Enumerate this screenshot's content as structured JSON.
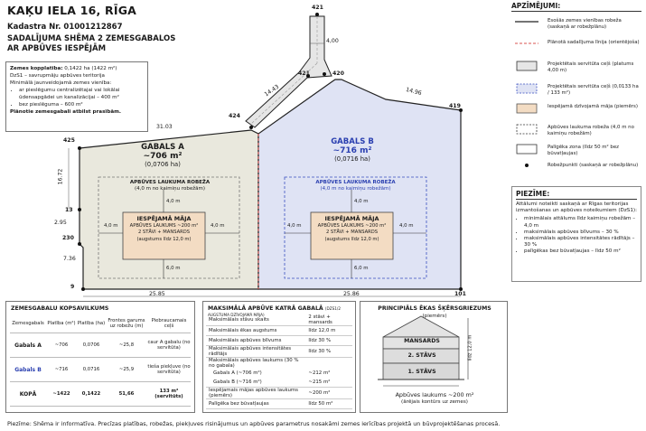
{
  "header": {
    "title": "KAĶU IELA 16, RĪGA",
    "cadastre": "Kadastra Nr. 01001212867",
    "subtitle_line1": "SADALĪJUMA SHĒMA 2 ZEMESGABALOS",
    "subtitle_line2": "AR APBŪVES IESPĒJĀM"
  },
  "info": {
    "area_label": "Zemes kopplatība:",
    "area_value": "0,1422 ha (1422 m²)",
    "zone": "DzS1 – savrupmāju apbūves teritorija",
    "min_title": "Minimālā jaunveidojamā zemes vienība:",
    "bullet1": "ar pieslēgumu centralizētajai vai lokālai ūdensapgādei un kanalizācijai – 400 m²",
    "bullet2": "bez pieslēguma – 600 m²",
    "conclusion": "Plānotie zemesgabali atbilst prasībām."
  },
  "plan": {
    "point_labels": {
      "p421_top": "421",
      "p421_left": "421",
      "p420": "420",
      "p419": "419",
      "p424": "424",
      "p425": "425",
      "p13": "13",
      "p230": "230",
      "p9": "9",
      "p101": "101"
    },
    "dimensions": {
      "road_width": "4,00",
      "d1443": "14.43",
      "d1496": "14.96",
      "d3103": "31.03",
      "d1672": "16.72",
      "d295": "2.95",
      "d736": "7.36",
      "d2585": "25.85",
      "d2586": "25.86"
    },
    "parcel_a": {
      "name": "GABALS A",
      "area": "~706 m²",
      "ha": "(0,0706 ha)"
    },
    "parcel_b": {
      "name": "GABALS B",
      "area": "~716 m²",
      "ha": "(0,0716 ha)"
    },
    "build_limit_title": "APBŪVES LAUKUMA ROBEŽA",
    "build_limit_sub": "(4,0 m no kaimiņu robežām)",
    "house_title": "IESPĒJAMĀ MĀJA",
    "house_area": "APBŪVES LAUKUMS ~200 m²",
    "house_floors": "2 STĀVI + MANSARDS",
    "house_height": "(augstums līdz 12,0 m)",
    "setback_4": "4,0 m",
    "setback_6": "6,0 m"
  },
  "legend": {
    "title": "APZĪMĒJUMI:",
    "items": [
      {
        "text": "Esošās zemes vienības robeža (saskaņā ar robežplānu)"
      },
      {
        "text": "Plānotā sadalījuma līnija (orientējoša)"
      },
      {
        "text": "Projektētais servitūta ceļš (platums 4,00 m)"
      },
      {
        "text": "Projektētais servitūta ceļš (0,0133 ha / 133 m²)"
      },
      {
        "text": "Iespējamā dzīvojamā māja (piemērs)"
      },
      {
        "text": "Apbūves laukuma robeža (4,0 m no kaimiņu robežām)"
      },
      {
        "text": "Palīgēka zona (līdz 50 m² bez būvatļaujas)"
      },
      {
        "text": "Robežpunkti (saskaņā ar robežplānu)"
      }
    ]
  },
  "notes": {
    "title": "PIEZĪME:",
    "intro": "Attālumi noteikti saskaņā ar Rīgas teritorijas izmantošanas un apbūves noteikumiem (DzS1):",
    "items": [
      "minimālais attālums līdz kaimiņu robežām – 4,0 m",
      "maksimālais apbūves blīvums – 30 %",
      "maksimālais apbūves intensitātes rādītājs – 30 %",
      "palīgēkas bez būvatļaujas – līdz 50 m²"
    ]
  },
  "summary": {
    "title": "ZEMESGABALU KOPSAVILKUMS",
    "headers": [
      "Zemesgabals",
      "Platība (m²)",
      "Platība (ha)",
      "Frontes garums uz robežu (m)",
      "Piebrauca­mais ceļš"
    ],
    "rows": [
      {
        "name": "Gabals A",
        "m2": "~706",
        "ha": "0,0706",
        "front": "~25,8",
        "road": "caur A gabalu (no servitūta)"
      },
      {
        "name": "Gabals B",
        "m2": "~716",
        "ha": "0,0716",
        "front": "~25,9",
        "road": "tieša piekļuve (no servitūta)"
      },
      {
        "name": "KOPĀ",
        "m2": "~1422",
        "ha": "0,1422",
        "front": "51,66",
        "road": "133 m² (servitūts)"
      }
    ]
  },
  "max_table": {
    "title": "MAKSIMĀLĀ APBŪVE KATRĀ GABALĀ",
    "title_note": "(DZS1/2 AUGSTUMA DZĪVOJAMĀ MĀJA)",
    "rows": [
      {
        "label": "Maksimālais stāvu skaits",
        "value": "2 stāvi + mansards"
      },
      {
        "label": "Maksimālais ēkas augstums",
        "value": "līdz 12,0 m"
      },
      {
        "label": "Maksimālais apbūves blīvums",
        "value": "līdz 30 %"
      },
      {
        "label": "Maksimālais apbūves intensitātes rādītājs",
        "value": "līdz 30 %"
      },
      {
        "label": "Maksimālais apbūves laukums (30 % no gabala)",
        "value": ""
      },
      {
        "label": "Gabals A (~706 m²)",
        "value": "~212 m²"
      },
      {
        "label": "Gabals B (~716 m²)",
        "value": "~215 m²"
      },
      {
        "label": "Iespējamais mājas apbūves laukums (piemērs)",
        "value": "~200 m²"
      },
      {
        "label": "Palīgēka bez būvatļaujas",
        "value": "līdz 50 m²"
      }
    ]
  },
  "section": {
    "title": "PRINCIPIĀLS ĒKAS ŠĶĒRSGRIEZUMS",
    "subtitle": "(piemērs)",
    "mansard": "MANSARDS",
    "floor2": "2. STĀVS",
    "floor1": "1. STĀVS",
    "height": "līdz 12,0 m",
    "caption1": "Apbūves laukums ~200 m²",
    "caption2": "(ārējais kontūrs uz zemes)"
  },
  "footer": "Piezīme: Shēma ir informatīva. Precīzas platības, robežas, piekļuves risinājumus un apbūves parametrus nosakāmi zemes ierīcības projektā un būvprojektēšanas procesā.",
  "colors": {
    "parcel_a": "#e9e8dd",
    "parcel_b": "#dfe3f4",
    "house": "#f3dcc3",
    "road": "#e6e6e6",
    "split_line": "#d9534f",
    "blue_text": "#2a3fb0"
  }
}
